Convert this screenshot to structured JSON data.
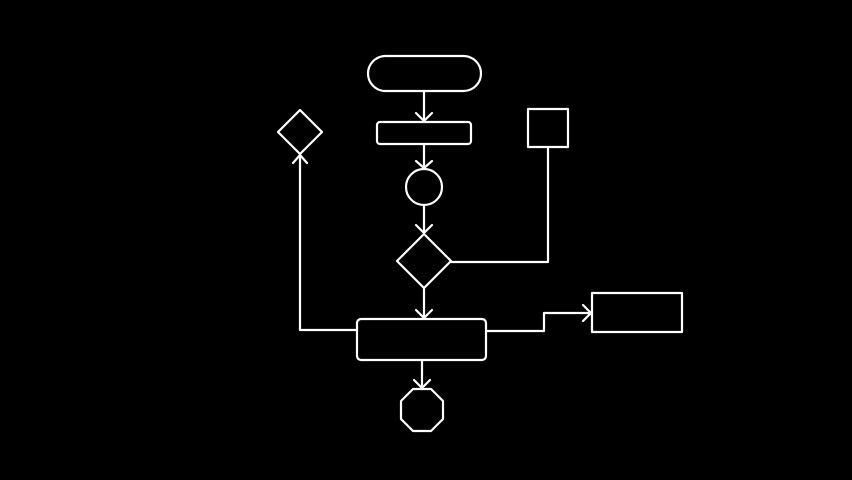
{
  "diagram": {
    "type": "flowchart",
    "background": "#000000",
    "stroke_color": "#ffffff",
    "nodes": [
      {
        "id": "start",
        "shape": "terminator",
        "label": ""
      },
      {
        "id": "process1",
        "shape": "rounded-rectangle",
        "label": ""
      },
      {
        "id": "connector",
        "shape": "circle",
        "label": ""
      },
      {
        "id": "decision1",
        "shape": "diamond",
        "label": ""
      },
      {
        "id": "input-square",
        "shape": "square",
        "label": ""
      },
      {
        "id": "process2",
        "shape": "rounded-rectangle",
        "label": ""
      },
      {
        "id": "output-box",
        "shape": "rectangle",
        "label": ""
      },
      {
        "id": "decision2",
        "shape": "diamond",
        "label": ""
      },
      {
        "id": "stop",
        "shape": "octagon",
        "label": ""
      }
    ],
    "edges": [
      {
        "from": "start",
        "to": "process1",
        "arrow": true
      },
      {
        "from": "process1",
        "to": "connector",
        "arrow": true
      },
      {
        "from": "connector",
        "to": "decision1",
        "arrow": true
      },
      {
        "from": "input-square",
        "to": "decision1",
        "arrow": false
      },
      {
        "from": "decision1",
        "to": "process2",
        "arrow": true
      },
      {
        "from": "process2",
        "to": "output-box",
        "arrow": true
      },
      {
        "from": "process2",
        "to": "decision2",
        "arrow": true
      },
      {
        "from": "process2",
        "to": "stop",
        "arrow": true
      }
    ]
  }
}
